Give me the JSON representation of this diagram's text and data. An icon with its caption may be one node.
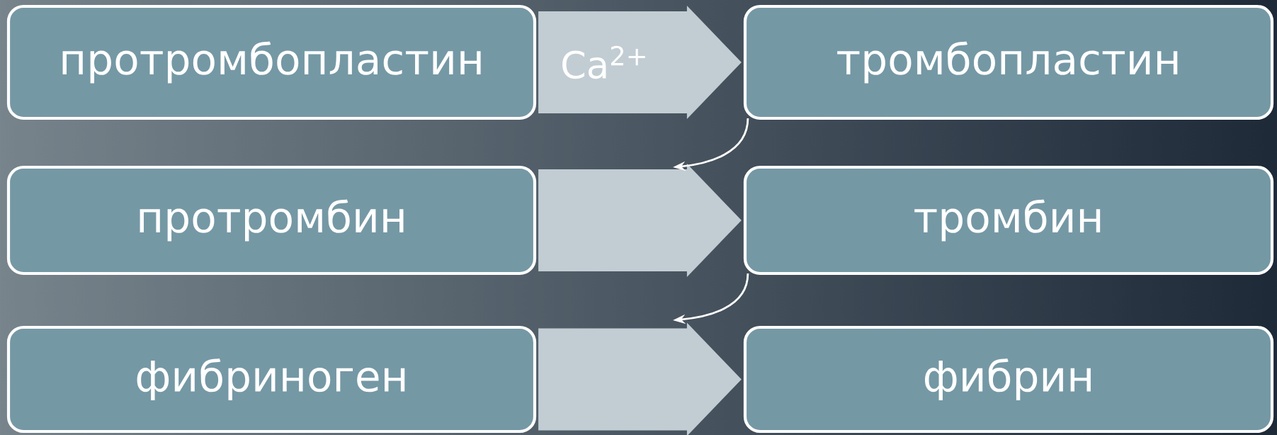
{
  "diagram": {
    "nodes": [
      {
        "text": [
          "протромбопластин"
        ]
      },
      {
        "text": [
          "тромбопластин"
        ]
      },
      {
        "text": [
          "протромбин"
        ]
      },
      {
        "text": [
          "тромбин"
        ]
      },
      {
        "text": [
          "фибриноген"
        ]
      },
      {
        "text": [
          "фибрин"
        ]
      }
    ],
    "edges": [
      {
        "from": 0,
        "to": 1,
        "arrow": "to",
        "label": "Ca$^{2+}$",
        "style": "thick"
      },
      {
        "from": 2,
        "to": 3,
        "arrow": "to",
        "style": "thick"
      },
      {
        "from": 4,
        "to": 5,
        "arrow": "to",
        "style": "thick"
      },
      {
        "from": 1,
        "to": null,
        "arrow": "to"
      },
      {
        "from": 3,
        "to": null,
        "arrow": "to"
      }
    ]
  }
}
